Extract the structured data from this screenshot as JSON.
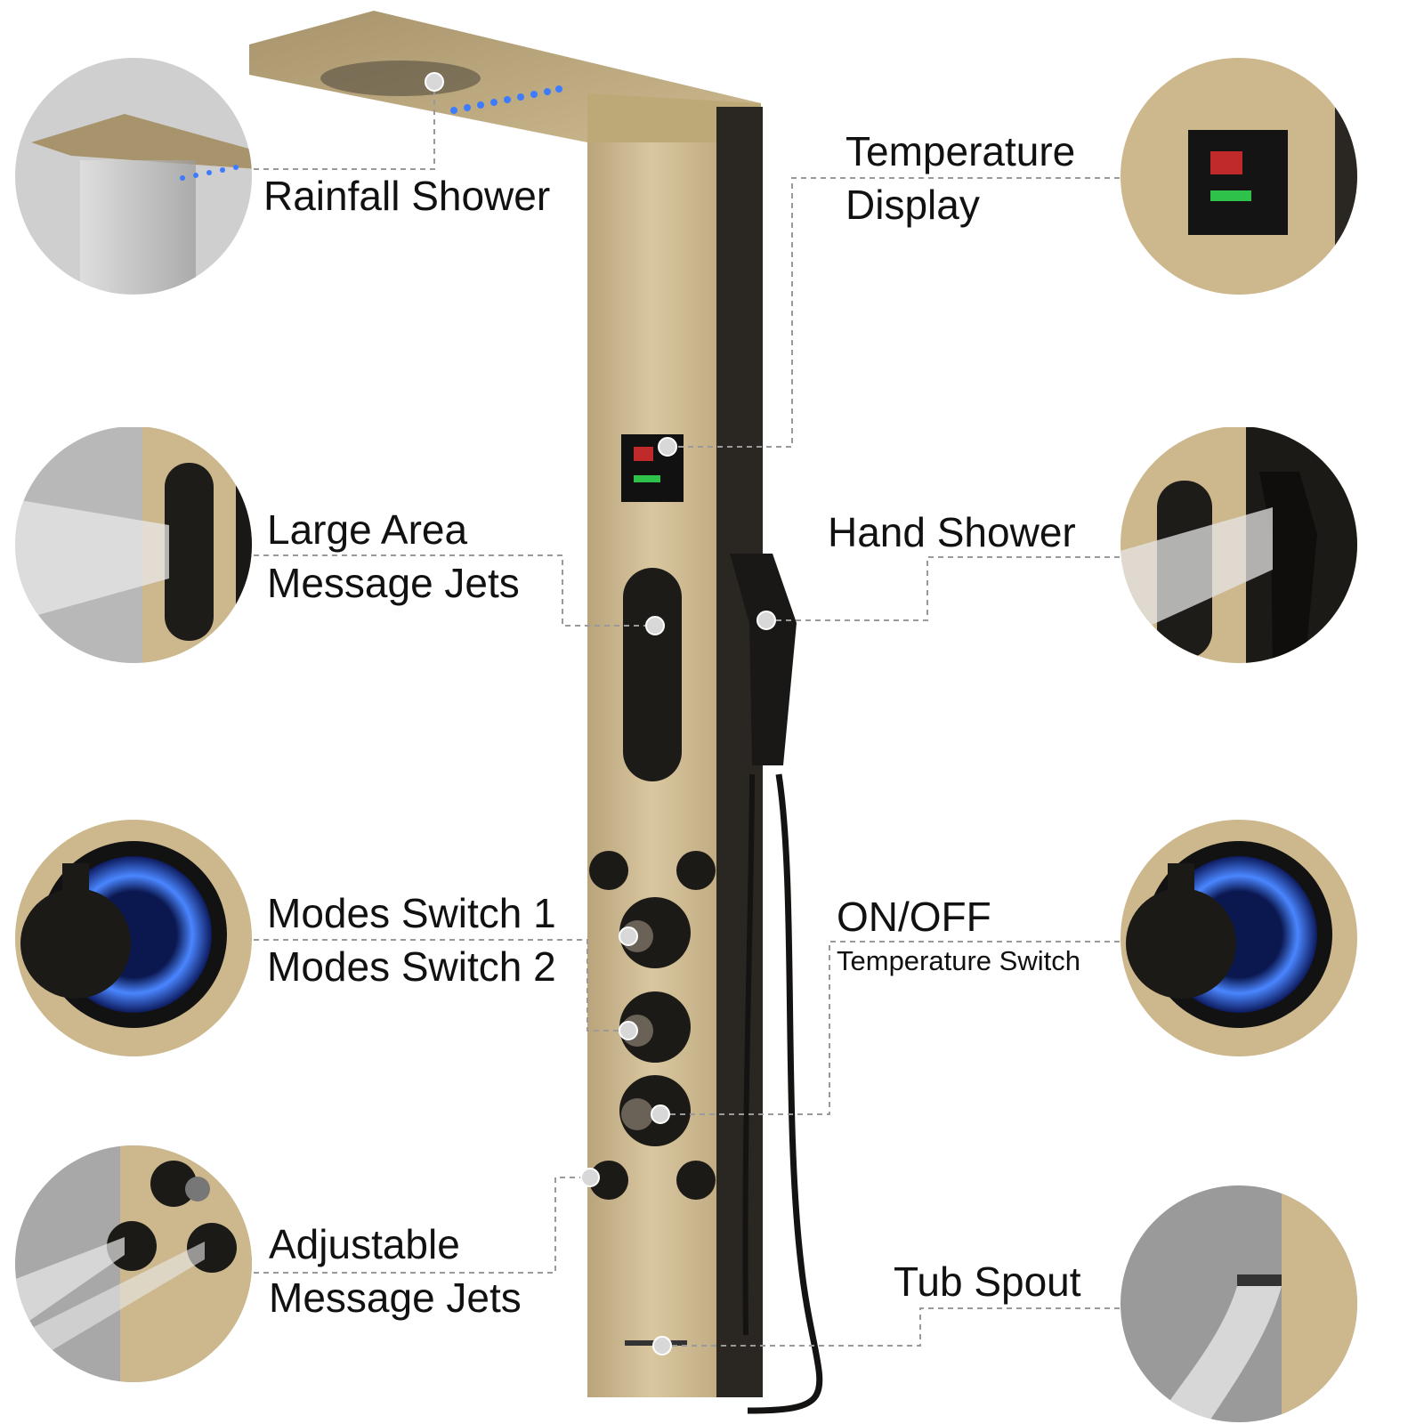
{
  "labels": {
    "rainfall_shower": "Rainfall Shower",
    "temperature_display_1": "Temperature",
    "temperature_display_2": "Display",
    "large_area_1": "Large Area",
    "large_area_2": "Message Jets",
    "hand_shower": "Hand Shower",
    "modes_switch_1": "Modes Switch 1",
    "modes_switch_2": "Modes Switch 2",
    "on_off": "ON/OFF",
    "temperature_switch": "Temperature Switch",
    "adjustable_1": "Adjustable",
    "adjustable_2": "Message Jets",
    "tub_spout": "Tub Spout"
  },
  "colors": {
    "panel_gold": "#c9b48a",
    "panel_dark": "#2a2722",
    "led_blue": "#3d7bff",
    "callout_line": "#9a9a9a",
    "dot": "#d8d8d8"
  }
}
